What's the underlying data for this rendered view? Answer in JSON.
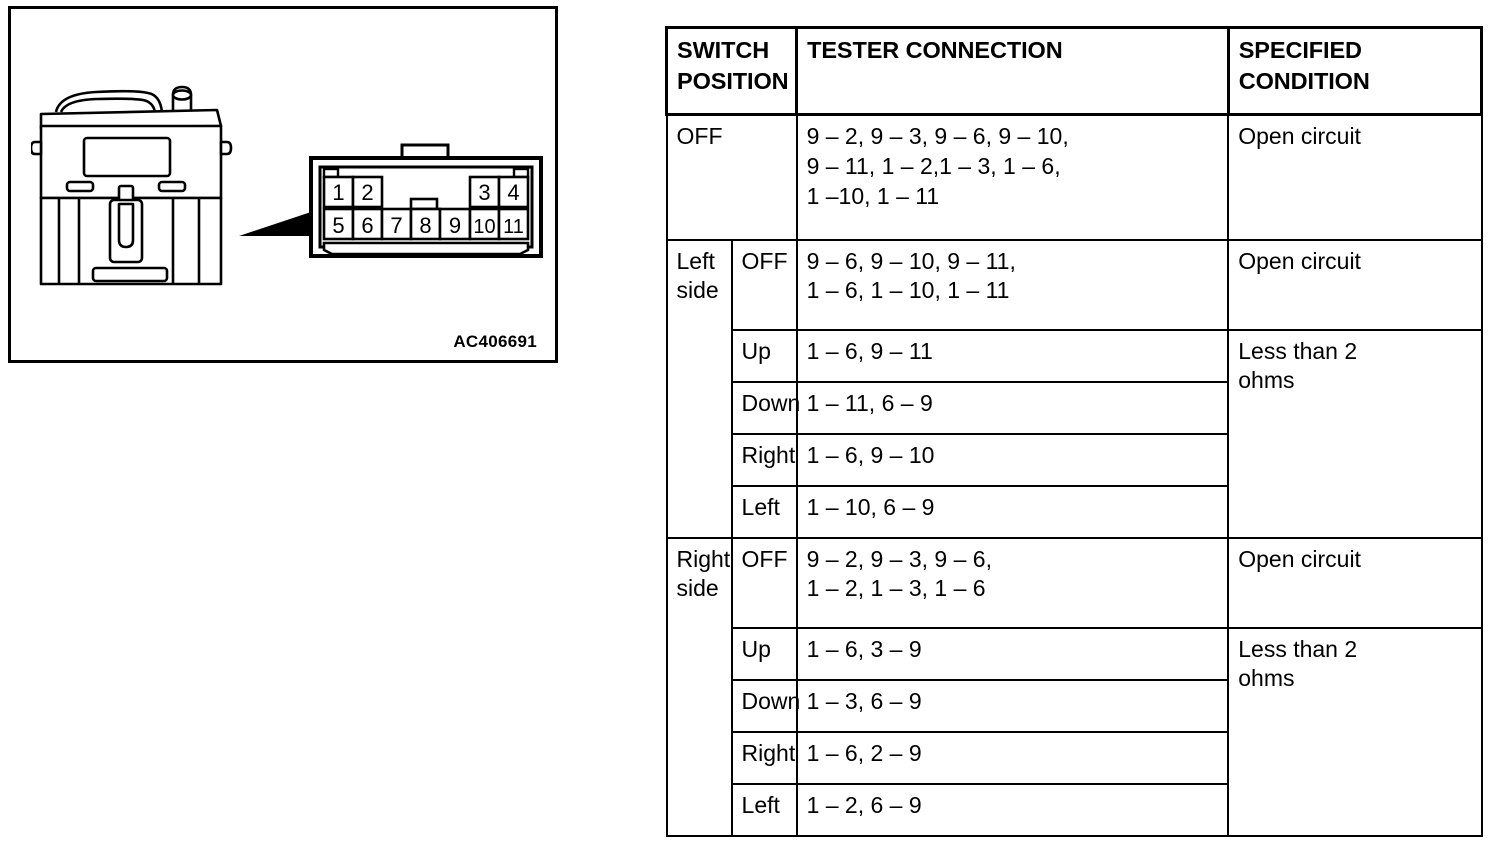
{
  "figure": {
    "code": "AC406691",
    "switch_label": "power-window-switch-assembly",
    "connector_label": "connector-front-view",
    "connector_pins": {
      "top_left": [
        "1",
        "2"
      ],
      "top_right": [
        "3",
        "4"
      ],
      "bottom": [
        "5",
        "6",
        "7",
        "8",
        "9",
        "10",
        "11"
      ]
    }
  },
  "table": {
    "headers": {
      "switch_position": "SWITCH\nPOSITION",
      "tester_connection": "TESTER CONNECTION",
      "specified_condition": "SPECIFIED\nCONDITION"
    },
    "rows": {
      "off": {
        "position": "OFF",
        "tester": "9 – 2, 9 – 3, 9 – 6, 9 – 10,\n9 – 11, 1 – 2,1 – 3, 1 – 6,\n1 –10, 1 – 11",
        "condition": "Open circuit"
      },
      "left_side": {
        "group": "Left\nside",
        "off": {
          "sub": "OFF",
          "tester": "9 – 6, 9 – 10, 9 – 11,\n  1 – 6, 1 – 10, 1 – 11",
          "condition": "Open circuit"
        },
        "condition": "Less than 2\nohms",
        "sub_rows": [
          {
            "sub": "Up",
            "tester": "1 – 6, 9 – 11"
          },
          {
            "sub": "Down",
            "tester": "1 – 11, 6 – 9"
          },
          {
            "sub": "Right",
            "tester": "1 – 6, 9 – 10"
          },
          {
            "sub": "Left",
            "tester": "1 – 10, 6 – 9"
          }
        ]
      },
      "right_side": {
        "group": "Right\nside",
        "off": {
          "sub": "OFF",
          "tester": "9 – 2, 9 – 3, 9 – 6,\n1 – 2, 1 – 3, 1 – 6",
          "condition": "Open circuit"
        },
        "condition": "Less than 2\nohms",
        "sub_rows": [
          {
            "sub": "Up",
            "tester": "1 – 6, 3 – 9"
          },
          {
            "sub": "Down",
            "tester": "1 – 3, 6 – 9"
          },
          {
            "sub": "Right",
            "tester": "1 – 6, 2 – 9"
          },
          {
            "sub": "Left",
            "tester": "1 – 2, 6 – 9"
          }
        ]
      }
    }
  },
  "colors": {
    "ink": "#000000",
    "paper": "#ffffff"
  }
}
